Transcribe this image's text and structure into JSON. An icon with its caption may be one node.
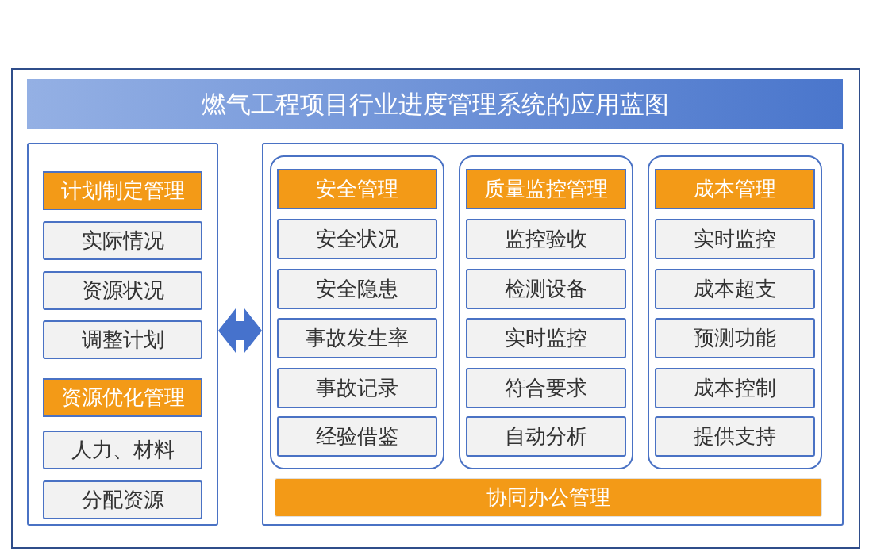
{
  "diagram": {
    "title": "燃气工程项目行业进度管理系统的应用蓝图",
    "nodes": [
      {
        "text": [],
        "shape": "box"
      },
      {
        "text": [
          "计划制定管理"
        ],
        "in": 0
      },
      {
        "text": [
          "实际情况"
        ],
        "in": 0
      },
      {
        "text": [
          "资源状况"
        ],
        "in": 0
      },
      {
        "text": [
          "调整计划"
        ],
        "in": 0
      },
      {
        "text": [
          "资源优化管理"
        ],
        "in": 0
      },
      {
        "text": [
          "人力、材料"
        ],
        "in": 0
      },
      {
        "text": [
          "分配资源"
        ],
        "in": 0
      },
      {
        "text": [],
        "shape": "box"
      },
      {
        "text": [],
        "shape": "box",
        "in": 8
      },
      {
        "text": [
          "安全管理"
        ],
        "in": 9
      },
      {
        "text": [
          "安全状况"
        ],
        "in": 9
      },
      {
        "text": [
          "安全隐患"
        ],
        "in": 9
      },
      {
        "text": [
          "事故发生率"
        ],
        "in": 9
      },
      {
        "text": [
          "事故记录"
        ],
        "in": 9
      },
      {
        "text": [
          "经验借鉴"
        ],
        "in": 9
      },
      {
        "text": [],
        "shape": "box",
        "in": 8
      },
      {
        "text": [
          "质量监控管理"
        ],
        "in": 16
      },
      {
        "text": [
          "监控验收"
        ],
        "in": 16
      },
      {
        "text": [
          "检测设备"
        ],
        "in": 16
      },
      {
        "text": [
          "实时监控"
        ],
        "in": 16
      },
      {
        "text": [
          "符合要求"
        ],
        "in": 16
      },
      {
        "text": [
          "自动分析"
        ],
        "in": 16
      },
      {
        "text": [],
        "shape": "box",
        "in": 8
      },
      {
        "text": [
          "成本管理"
        ],
        "in": 23
      },
      {
        "text": [
          "实时监控"
        ],
        "in": 23
      },
      {
        "text": [
          "成本超支"
        ],
        "in": 23
      },
      {
        "text": [
          "预测功能"
        ],
        "in": 23
      },
      {
        "text": [
          "成本控制"
        ],
        "in": 23
      },
      {
        "text": [
          "提供支持"
        ],
        "in": 23
      },
      {
        "text": [
          "协同办公管理"
        ],
        "in": 8
      }
    ],
    "edges": [
      {
        "from": 0,
        "to": 8,
        "arrow": "both"
      }
    ]
  }
}
